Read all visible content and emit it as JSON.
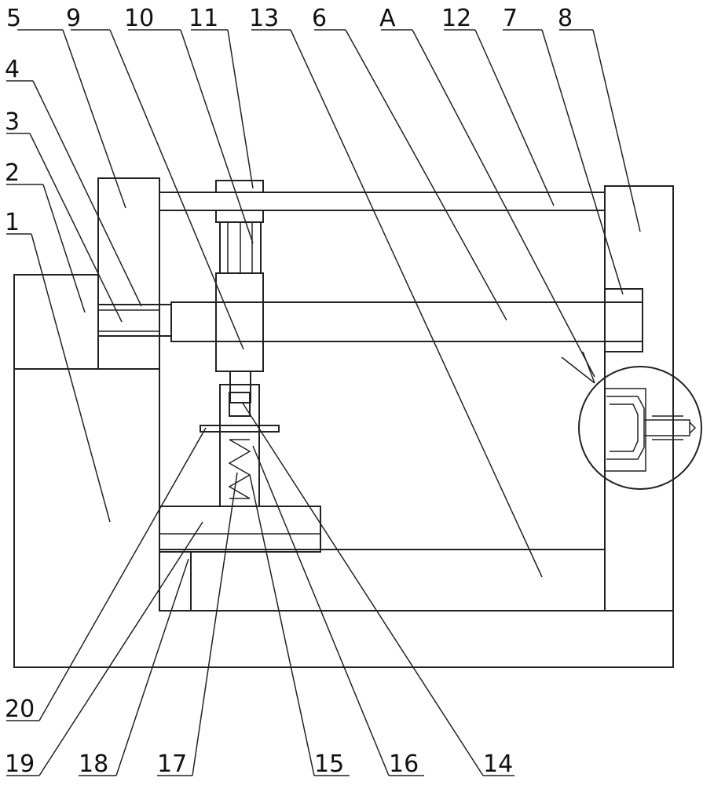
{
  "labels_top": [
    "5",
    "9",
    "10",
    "11",
    "13",
    "6",
    "A",
    "12",
    "7",
    "8"
  ],
  "labels_left": [
    "4",
    "3",
    "2",
    "1"
  ],
  "labels_bottom": [
    "20",
    "19",
    "18",
    "17",
    "15",
    "16",
    "14"
  ]
}
